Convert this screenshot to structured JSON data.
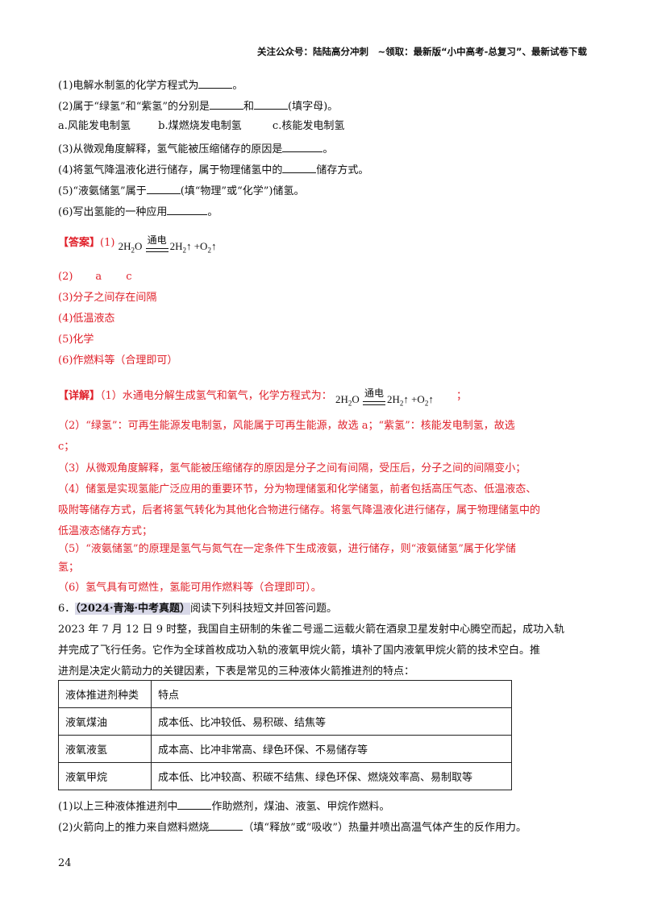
{
  "header": "关注公众号：陆陆高分冲刺　~领取：最新版“小中高考-总复习”、最新试卷下载",
  "questions": {
    "q1_a": "(1)电解水制氢的化学方程式为",
    "q1_b": "。",
    "q2_a": "(2)属于“绿氢”和“紫氢”的分别是",
    "q2_b": "和",
    "q2_c": "(填字母)。",
    "options": [
      "a.风能发电制氢",
      "b.煤燃烧发电制氢",
      "c.核能发电制氢"
    ],
    "q3_a": "(3)从微观角度解释，氢气能被压缩储存的原因是",
    "q3_b": "。",
    "q4_a": "(4)将氢气降温液化进行储存，属于物理储氢中的",
    "q4_b": "储存方式。",
    "q5_a": "(5)“液氨储氢”属于",
    "q5_b": "(填“物理”或“化学”)储氢。",
    "q6_a": "(6)写出氢能的一种应用",
    "q6_b": "。"
  },
  "answer": {
    "label": "【答案】",
    "a1_prefix": "(1)",
    "a2_num": "(2)",
    "a2_x": "a",
    "a2_y": "c",
    "a3": "(3)分子之间存在间隔",
    "a4": "(4)低温液态",
    "a5": "(5)化学",
    "a6": "(6)作燃料等（合理即可）"
  },
  "equation": {
    "left": "2H",
    "left_sub": "2",
    "left_tail": "O",
    "condition": "通电",
    "right1": "2H",
    "right1_sub": "2",
    "right_mid": "↑ +O",
    "right2_sub": "2",
    "right_end": "↑"
  },
  "detail": {
    "label": "【详解】",
    "d1": "（1）水通电分解生成氢气和氧气，化学方程式为：",
    "d1_end": "；",
    "d2_l1": "（2）“绿氢”：可再生能源发电制氢，风能属于可再生能源，故选 a；“紫氢”：核能发电制氢，故选",
    "d2_l2": "c；",
    "d3": "（3）从微观角度解释，氢气能被压缩储存的原因是分子之间有间隔，受压后，分子之间的间隔变小；",
    "d4_l1": "（4）储氢是实现氢能广泛应用的重要环节，分为物理储氢和化学储氢，前者包括高压气态、低温液态、",
    "d4_l2": "吸附等储存方式，后者将氢气转化为其他化合物进行储存。将氢气降温液化进行储存，属于物理储氢中的",
    "d4_l3": "低温液态储存方式；",
    "d5_l1": "（5）“液氨储氢”的原理是氢气与氮气在一定条件下生成液氨，进行储存，则“液氨储氢”属于化学储",
    "d5_l2": "氢；",
    "d6": "（6）氢气具有可燃性，氢能可用作燃料等（合理即可）。"
  },
  "q6": {
    "num": "6．",
    "tag": "（2024·青海·中考真题）",
    "intro": "阅读下列科技短文并回答问题。",
    "p1": "2023 年 7 月 12 日 9 时整，我国自主研制的朱雀二号遥二运载火箭在酒泉卫星发射中心腾空而起，成功入轨",
    "p2": "并完成了飞行任务。它作为全球首枚成功入轨的液氧甲烷火箭，填补了国内液氧甲烷火箭的技术空白。推",
    "p3": "进剂是决定火箭动力的关键因素，下表是常见的三种液体火箭推进剂的特点：",
    "table_head": [
      "液体推进剂种类",
      "特点"
    ],
    "table_rows": [
      [
        "液氧煤油",
        "成本低、比冲较低、易积碳、结焦等"
      ],
      [
        "液氧液氢",
        "成本高、比冲非常高、绿色环保、不易储存等"
      ],
      [
        "液氧甲烷",
        "成本低、比冲较高、积碳不结焦、绿色环保、燃烧效率高、易制取等"
      ]
    ],
    "s1_a": "(1)以上三种液体推进剂中",
    "s1_b": "作助燃剂，煤油、液氢、甲烷作燃料。",
    "s2_a": "(2)火箭向上的推力来自燃料燃烧",
    "s2_b": "（填“释放”或“吸收”）热量并喷出高温气体产生的反作用力。"
  },
  "page_number": "24"
}
